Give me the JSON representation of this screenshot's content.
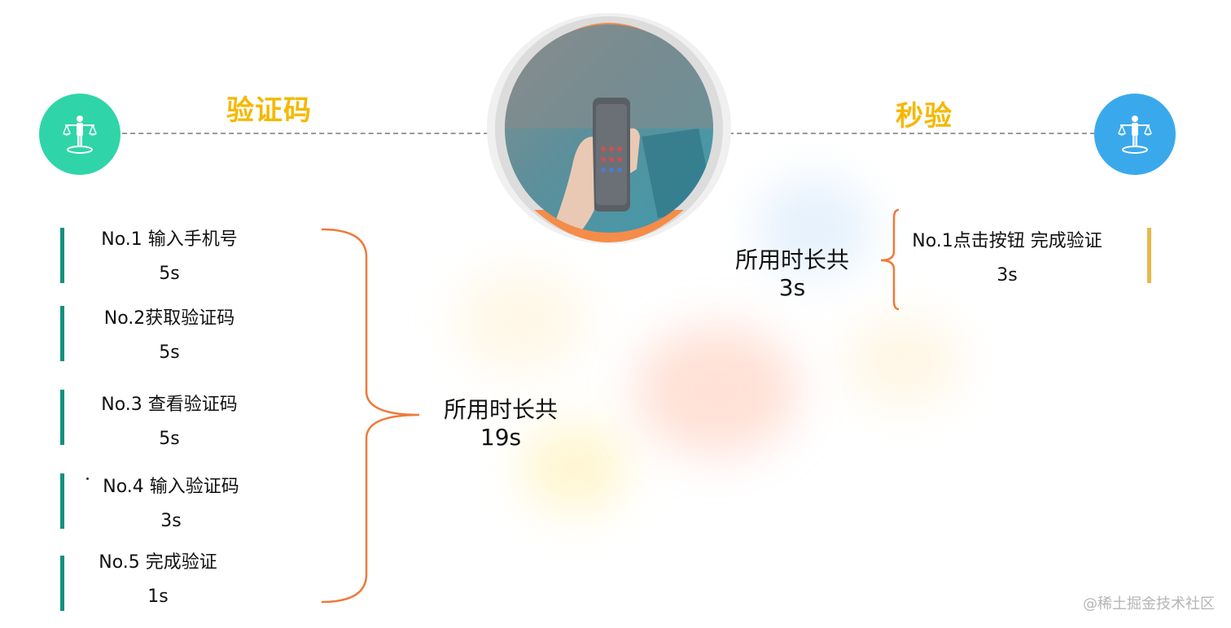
{
  "left": {
    "heading": "验证码",
    "icon": "balance-person-icon",
    "color": "#2fd5a8",
    "steps": [
      {
        "label": "No.1 输入手机号",
        "time": "5s"
      },
      {
        "label": "No.2获取验证码",
        "time": "5s"
      },
      {
        "label": "No.3 查看验证码",
        "time": "5s"
      },
      {
        "label": "No.4 输入验证码",
        "time": "3s"
      },
      {
        "label": "No.5 完成验证",
        "time": "1s"
      }
    ],
    "total_label": "所用时长共",
    "total_value": "19s"
  },
  "right": {
    "heading": "秒验",
    "icon": "balance-person-icon",
    "color": "#3aa9ec",
    "steps": [
      {
        "label": "No.1点击按钮 完成验证",
        "time": "3s"
      }
    ],
    "total_label": "所用时长共",
    "total_value": "3s"
  },
  "center_image": "phone-in-hand-photo",
  "watermark": "@稀土掘金技术社区",
  "colors": {
    "heading": "#f5b800",
    "brace": "#ee7a3a",
    "bar_left": "#16907f",
    "bar_right": "#e6b94a"
  }
}
